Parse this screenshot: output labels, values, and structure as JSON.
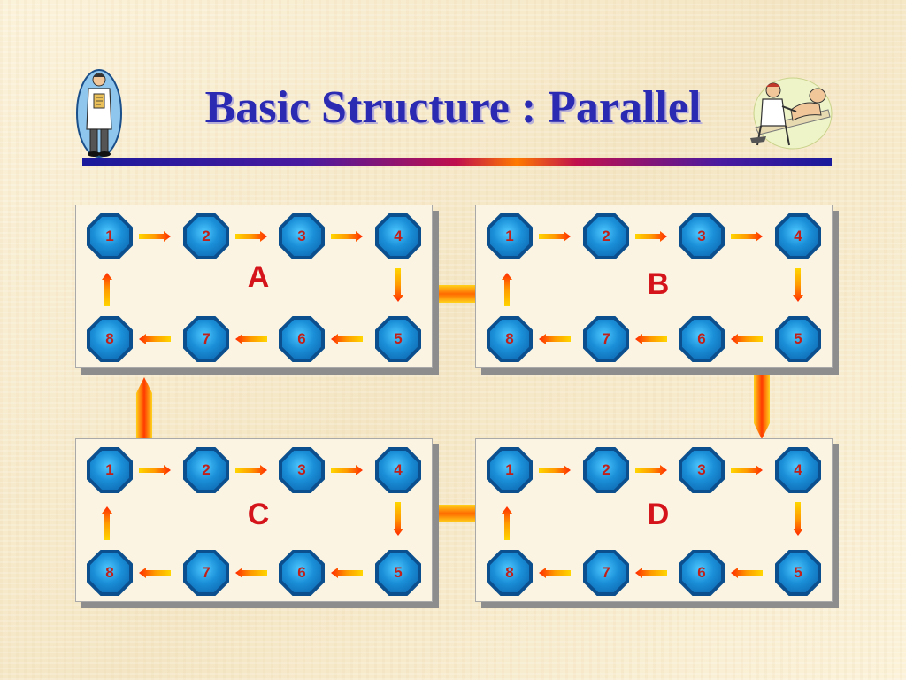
{
  "title": "Basic Structure : Parallel",
  "colors": {
    "title": "#2a2ab3",
    "node_fill": "#1a8fd8",
    "node_text": "#c0201a",
    "label": "#d4141a",
    "arrow_start": "#ff2200",
    "arrow_end": "#ffd000"
  },
  "panels": [
    {
      "label": "A",
      "nodes": [
        "1",
        "2",
        "3",
        "4",
        "5",
        "6",
        "7",
        "8"
      ]
    },
    {
      "label": "B",
      "nodes": [
        "1",
        "2",
        "3",
        "4",
        "5",
        "6",
        "7",
        "8"
      ]
    },
    {
      "label": "C",
      "nodes": [
        "1",
        "2",
        "3",
        "4",
        "5",
        "6",
        "7",
        "8"
      ]
    },
    {
      "label": "D",
      "nodes": [
        "1",
        "2",
        "3",
        "4",
        "5",
        "6",
        "7",
        "8"
      ]
    }
  ],
  "icons": {
    "left": "doctor-with-clipboard-icon",
    "right": "doctor-examining-patient-icon"
  }
}
